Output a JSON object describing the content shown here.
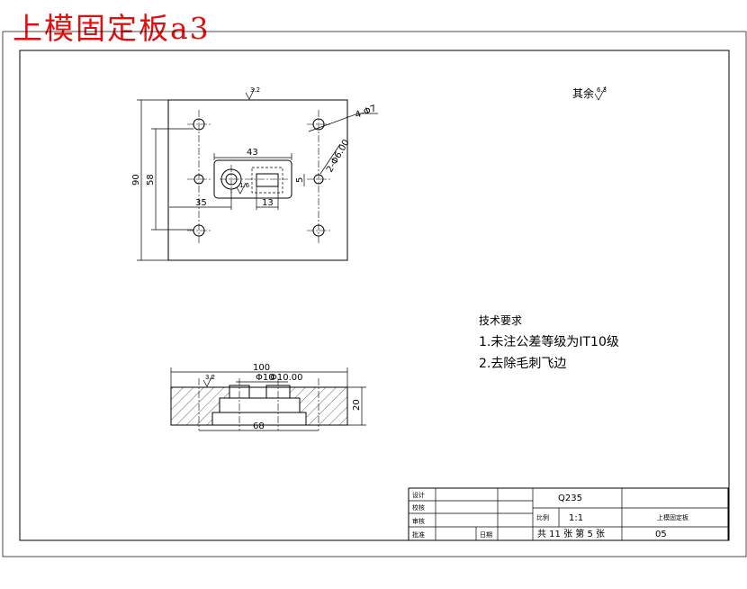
{
  "header": {
    "title": "上模固定板a3"
  },
  "top_view": {
    "dim_width": "43",
    "dim_height_outer": "90",
    "dim_height_inner": "58",
    "dim_left_offset": "35",
    "dim_slot_width": "13",
    "dim_slot_height": "5",
    "dim_pin_holes": "2-Φ6.00",
    "dim_corner_holes": "4-Φ7",
    "roughness_top": "3.2",
    "roughness_slot": "1.6"
  },
  "roughness_rest": "其余",
  "roughness_rest_value": "6.3",
  "section_view": {
    "dim_total_width": "100",
    "dim_bore": "Φ10",
    "dim_bore2": "Φ10.00",
    "dim_height": "20",
    "dim_step_width": "68",
    "roughness": "3.2"
  },
  "technical_requirements": {
    "heading": "技术要求",
    "items": [
      "1.未注公差等级为IT10级",
      "2.去除毛刺飞边"
    ]
  },
  "title_block": {
    "design_label": "设计",
    "check_label": "校核",
    "review_label": "审核",
    "approve_label": "批准",
    "date_label": "日期",
    "material": "Q235",
    "scale_label": "比例",
    "scale_value": "1:1",
    "part_name": "上模固定板",
    "sheets": "共 11 张 第 5 张",
    "drawing_no": "05"
  }
}
